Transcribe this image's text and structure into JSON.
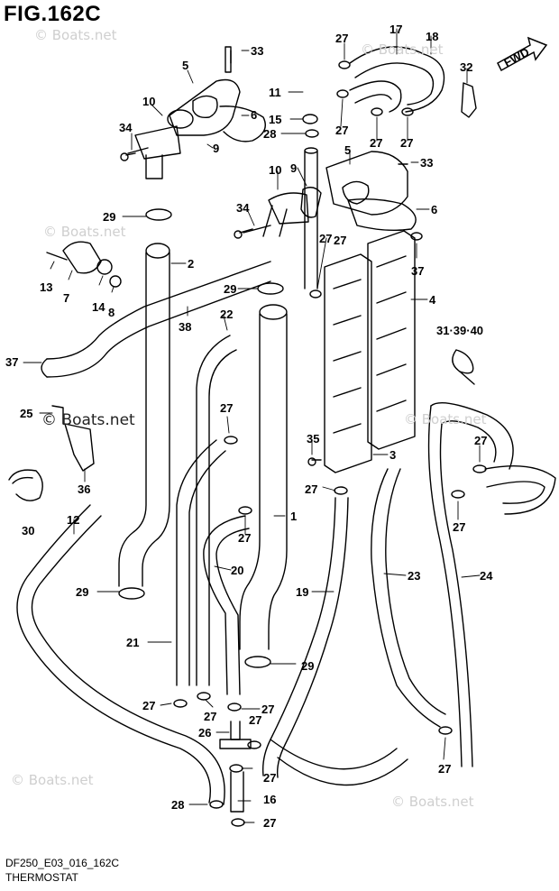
{
  "figure": {
    "title": "FIG.162C",
    "direction_label": "FWD",
    "model_code": "DF250_E03_016_162C",
    "caption": "THERMOSTAT"
  },
  "watermarks": [
    {
      "id": "wm1",
      "text": "© Boats.net"
    },
    {
      "id": "wm2",
      "text": "© Boats.net"
    },
    {
      "id": "wm3",
      "text": "© Boats.net"
    },
    {
      "id": "wm4",
      "text": "© Boats.net"
    },
    {
      "id": "wm5",
      "text": "© Boats.net"
    },
    {
      "id": "wm6",
      "text": "© Boats.net"
    },
    {
      "id": "wm7",
      "text": "© Boats.net"
    }
  ],
  "callouts": [
    {
      "id": "c33a",
      "label": "33"
    },
    {
      "id": "c5a",
      "label": "5"
    },
    {
      "id": "c10a",
      "label": "10"
    },
    {
      "id": "c6a",
      "label": "6"
    },
    {
      "id": "c34a",
      "label": "34"
    },
    {
      "id": "c9a",
      "label": "9"
    },
    {
      "id": "c29a",
      "label": "29"
    },
    {
      "id": "c2",
      "label": "2"
    },
    {
      "id": "c13",
      "label": "13"
    },
    {
      "id": "c7",
      "label": "7"
    },
    {
      "id": "c14",
      "label": "14"
    },
    {
      "id": "c8",
      "label": "8"
    },
    {
      "id": "c38",
      "label": "38"
    },
    {
      "id": "c37a",
      "label": "37"
    },
    {
      "id": "c25",
      "label": "25"
    },
    {
      "id": "c36",
      "label": "36"
    },
    {
      "id": "c30",
      "label": "30"
    },
    {
      "id": "c12",
      "label": "12"
    },
    {
      "id": "c29b",
      "label": "29"
    },
    {
      "id": "c21",
      "label": "21"
    },
    {
      "id": "c27a",
      "label": "27"
    },
    {
      "id": "c28a",
      "label": "28"
    },
    {
      "id": "c26",
      "label": "26"
    },
    {
      "id": "c27b",
      "label": "27"
    },
    {
      "id": "c27c",
      "label": "27"
    },
    {
      "id": "c27d",
      "label": "27"
    },
    {
      "id": "c27e",
      "label": "27"
    },
    {
      "id": "c16",
      "label": "16"
    },
    {
      "id": "c27f",
      "label": "27"
    },
    {
      "id": "c29c",
      "label": "29"
    },
    {
      "id": "c20",
      "label": "20"
    },
    {
      "id": "c27g",
      "label": "27"
    },
    {
      "id": "c27h",
      "label": "27"
    },
    {
      "id": "c22",
      "label": "22"
    },
    {
      "id": "c29d",
      "label": "29"
    },
    {
      "id": "c1",
      "label": "1"
    },
    {
      "id": "c27i",
      "label": "27"
    },
    {
      "id": "c11",
      "label": "11"
    },
    {
      "id": "c15",
      "label": "15"
    },
    {
      "id": "c28b",
      "label": "28"
    },
    {
      "id": "c27j",
      "label": "27"
    },
    {
      "id": "c27k",
      "label": "27"
    },
    {
      "id": "c17",
      "label": "17"
    },
    {
      "id": "c18",
      "label": "18"
    },
    {
      "id": "c32",
      "label": "32"
    },
    {
      "id": "c27l",
      "label": "27"
    },
    {
      "id": "c27m",
      "label": "27"
    },
    {
      "id": "c10b",
      "label": "10"
    },
    {
      "id": "c9b",
      "label": "9"
    },
    {
      "id": "c5b",
      "label": "5"
    },
    {
      "id": "c33b",
      "label": "33"
    },
    {
      "id": "c34b",
      "label": "34"
    },
    {
      "id": "c6b",
      "label": "6"
    },
    {
      "id": "c27n",
      "label": "27"
    },
    {
      "id": "c37b",
      "label": "37"
    },
    {
      "id": "c4",
      "label": "4"
    },
    {
      "id": "c313940",
      "label": "31·39·40"
    },
    {
      "id": "c35",
      "label": "35"
    },
    {
      "id": "c3",
      "label": "3"
    },
    {
      "id": "c27o",
      "label": "27"
    },
    {
      "id": "c27p",
      "label": "27"
    },
    {
      "id": "c27q",
      "label": "27"
    },
    {
      "id": "c19",
      "label": "19"
    },
    {
      "id": "c23",
      "label": "23"
    },
    {
      "id": "c24",
      "label": "24"
    },
    {
      "id": "c27r",
      "label": "27"
    }
  ]
}
